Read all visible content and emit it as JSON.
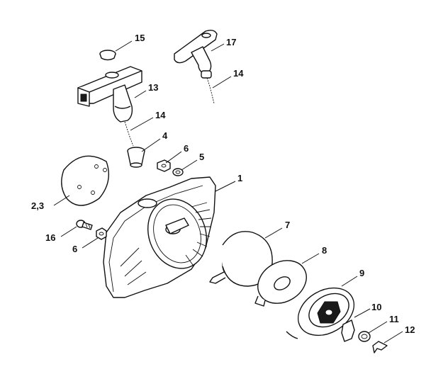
{
  "diagram": {
    "type": "exploded parts diagram",
    "line_color": "#111111",
    "background": "#ffffff",
    "callouts": [
      {
        "id": "c15",
        "label": "15"
      },
      {
        "id": "c17",
        "label": "17"
      },
      {
        "id": "c14a",
        "label": "14"
      },
      {
        "id": "c13",
        "label": "13"
      },
      {
        "id": "c14b",
        "label": "14"
      },
      {
        "id": "c4",
        "label": "4"
      },
      {
        "id": "c6a",
        "label": "6"
      },
      {
        "id": "c5",
        "label": "5"
      },
      {
        "id": "c1",
        "label": "1"
      },
      {
        "id": "c23",
        "label": "2,3"
      },
      {
        "id": "c16",
        "label": "16"
      },
      {
        "id": "c6b",
        "label": "6"
      },
      {
        "id": "c7",
        "label": "7"
      },
      {
        "id": "c8",
        "label": "8"
      },
      {
        "id": "c9",
        "label": "9"
      },
      {
        "id": "c10",
        "label": "10"
      },
      {
        "id": "c11",
        "label": "11"
      },
      {
        "id": "c12",
        "label": "12"
      }
    ]
  }
}
